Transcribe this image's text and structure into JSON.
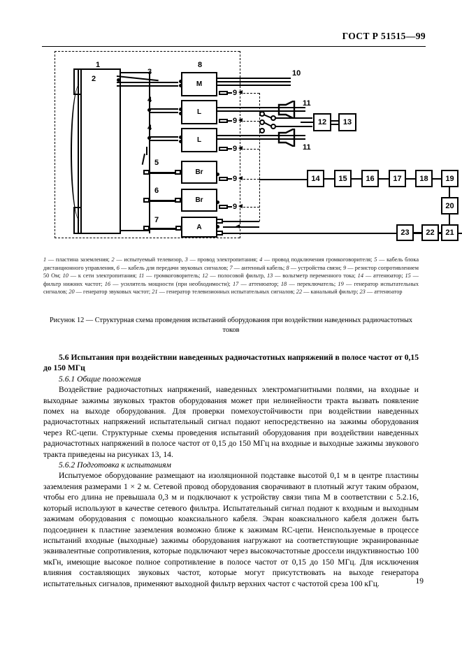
{
  "header": {
    "standard_title": "ГОСТ Р 51515—99"
  },
  "page_number": "19",
  "figure": {
    "frame_label": "1",
    "tv_label": "2",
    "left_cable_labels": [
      "3",
      "4",
      "4",
      "5",
      "6",
      "7"
    ],
    "coupler_group_label": "8",
    "mains_label": "10",
    "modules": [
      {
        "id": "coupler-m",
        "text": "M",
        "resistor_label": "9"
      },
      {
        "id": "coupler-l1",
        "text": "L",
        "resistor_label": "9"
      },
      {
        "id": "coupler-l2",
        "text": "L",
        "resistor_label": "9"
      },
      {
        "id": "coupler-br1",
        "text": "Br",
        "resistor_label": "9"
      },
      {
        "id": "coupler-br2",
        "text": "Br",
        "resistor_label": "9"
      },
      {
        "id": "coupler-a",
        "text": "A",
        "resistor_label": ""
      }
    ],
    "speaker_labels": [
      "11",
      "11"
    ],
    "meter_chain": [
      "12",
      "13"
    ],
    "generator_chain": [
      "14",
      "15",
      "16",
      "17",
      "18",
      "19"
    ],
    "audio_gen": "20",
    "tv_signal_chain": [
      "23",
      "22",
      "21"
    ]
  },
  "legend": {
    "text": "1 — пластина заземления; 2 — испытуемый телевизор, 3 — провод электропитания; 4 — провод подключения громкоговорителя; 5 — кабель блока дистанционного управления, 6 — кабель для передачи звуковых сигналов; 7 — антенный кабель; 8 — устройства связи; 9 — резистор сопротивлением 50 Ом; 10 — к сети электропитания; 11 — громкоговоритель; 12 — полосовой фильтр, 13 — вольтметр переменного тока; 14 — аттенюатор; 15 — фильтр нижних частот; 16 — усилитель мощности (при необходимости); 17 — аттенюатор; 18 — переключатель; 19 — генератор испытательных сигналов; 20 — генератор звуковых частот; 21 — генератор телевизионных испытательных сигналов; 22 — канальный фильтр; 23 — аттенюатор"
  },
  "figure_caption": {
    "text": "Рисунок 12 — Структурная схема проведения испытаний оборудования при воздействии наведенных радиочастотных токов"
  },
  "body": {
    "section_5_6": "5.6  Испытания при воздействии наведенных радиочастотных напряжений в полосе частот от 0,15 до 150 МГц",
    "section_5_6_1": "5.6.1  Общие положения",
    "para_5_6_1": "Воздействие радиочастотных напряжений, наведенных электромагнитными полями, на входные и выходные зажимы звуковых трактов оборудования может при нелинейности тракта вызвать появление помех на выходе оборудования. Для проверки помехоустойчивости при воздействии наведенных радиочастотных напряжений испытательный сигнал подают непосредственно на зажимы оборудования через RC-цепи. Структурные схемы проведения испытаний оборудования при воздействии наведенных радиочастотных напряжений в полосе частот от 0,15 до 150 МГц на входные и выходные зажимы звукового тракта приведены на рисунках 13, 14.",
    "section_5_6_2": "5.6.2  Подготовка к испытаниям",
    "para_5_6_2": "Испытуемое оборудование размещают на изоляционной подставке высотой 0,1 м в центре пластины заземления размерами 1 × 2 м. Сетевой провод оборудования сворачивают в плотный жгут таким образом, чтобы его длина не превышала 0,3 м и подключают к устройству связи типа М в соответствии с 5.2.16, который используют в качестве сетевого фильтра. Испытательный сигнал подают к входным и выходным зажимам оборудования с помощью коаксиального кабеля. Экран коаксиального кабеля должен быть подсоединен к пластине заземления возможно ближе к зажимам RC-цепи. Неиспользуемые в процессе испытаний входные (выходные) зажимы оборудования нагружают на соответствующие экранированные эквивалентные сопротивления, которые подключают через высокочастотные дроссели индуктивностью 100 мкГн, имеющие высокое полное сопротивление в полосе частот  от 0,15 до 150 МГц. Для исключения влияния составляющих звуковых частот, которые могут присутствовать на выходе генератора испытательных сигналов, применяют выходной фильтр верхних частот с частотой среза 100 кГц."
  }
}
